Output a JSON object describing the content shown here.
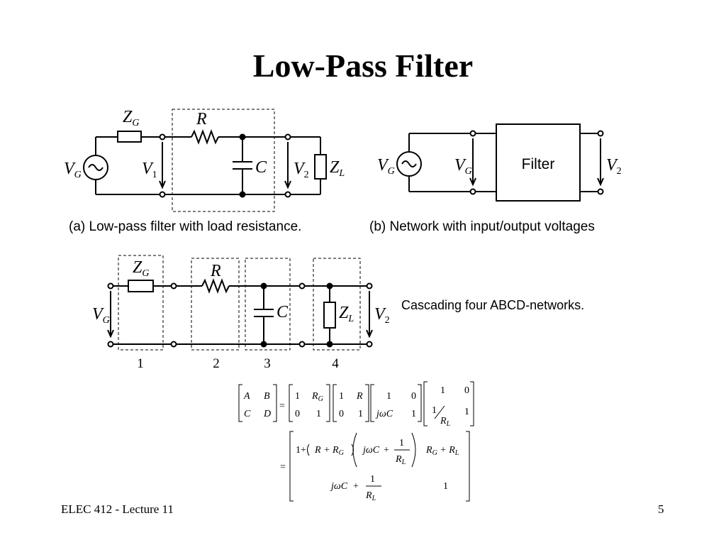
{
  "slide": {
    "title": "Low-Pass Filter",
    "caption_a": "(a) Low-pass filter with load resistance.",
    "caption_b": "(b) Network with input/output voltages",
    "caption_c": "Cascading four ABCD-networks.",
    "footer_left": "ELEC 412 - Lecture 11",
    "page_number": "5"
  },
  "circuit_a": {
    "zg": "Z",
    "zg_sub": "G",
    "r": "R",
    "c": "C",
    "vg": "V",
    "vg_sub": "G",
    "v1": "V",
    "v1_sub": "1",
    "v2": "V",
    "v2_sub": "2",
    "zl": "Z",
    "zl_sub": "L"
  },
  "circuit_b": {
    "vg1": "V",
    "vg1_sub": "G",
    "vg2": "V",
    "vg2_sub": "G",
    "filter": "Filter",
    "v2": "V",
    "v2_sub": "2"
  },
  "circuit_c": {
    "zg": "Z",
    "zg_sub": "G",
    "r": "R",
    "c": "C",
    "zl": "Z",
    "zl_sub": "L",
    "vg": "V",
    "vg_sub": "G",
    "v2": "V",
    "v2_sub": "2",
    "section_numbers": [
      "1",
      "2",
      "3",
      "4"
    ]
  },
  "equation": {
    "lhs": [
      [
        "A",
        "B"
      ],
      [
        "C",
        "D"
      ]
    ],
    "m1": [
      [
        "1",
        "R_G"
      ],
      [
        "0",
        "1"
      ]
    ],
    "m2": [
      [
        "1",
        "R"
      ],
      [
        "0",
        "1"
      ]
    ],
    "m3": [
      [
        "1",
        "0"
      ],
      [
        "jωC",
        "1"
      ]
    ],
    "m4": [
      [
        "1",
        "0"
      ],
      [
        "1/R_L",
        "1"
      ]
    ],
    "result": [
      [
        "1+(R+R_G)(jωC+1/R_L)",
        "R_G+R_L"
      ],
      [
        "jωC+1/R_L",
        "1"
      ]
    ]
  }
}
